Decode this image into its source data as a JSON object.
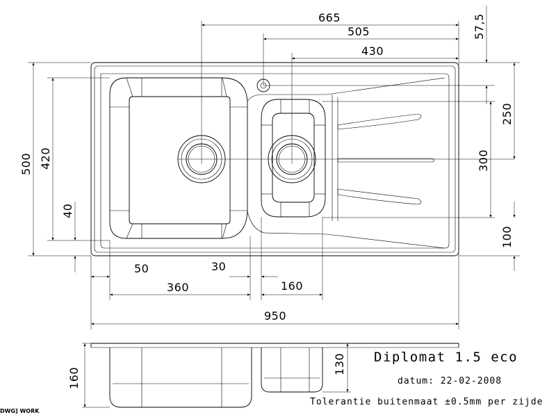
{
  "product": {
    "name": "Diplomat 1.5 eco",
    "date_label": "datum:",
    "date_value": "22-02-2008",
    "tolerance": "Tolerantie buitenmaat ±0.5mm per zijde"
  },
  "watermark": "DWG] WORK",
  "dimensions": {
    "d665": "665",
    "d505": "505",
    "d430": "430",
    "d57_5": "57,5",
    "d250": "250",
    "d300": "300",
    "d100": "100",
    "d500": "500",
    "d420": "420",
    "d40": "40",
    "d50": "50",
    "d30": "30",
    "d360": "360",
    "d160w": "160",
    "d950": "950",
    "d160h": "160",
    "d130": "130"
  }
}
